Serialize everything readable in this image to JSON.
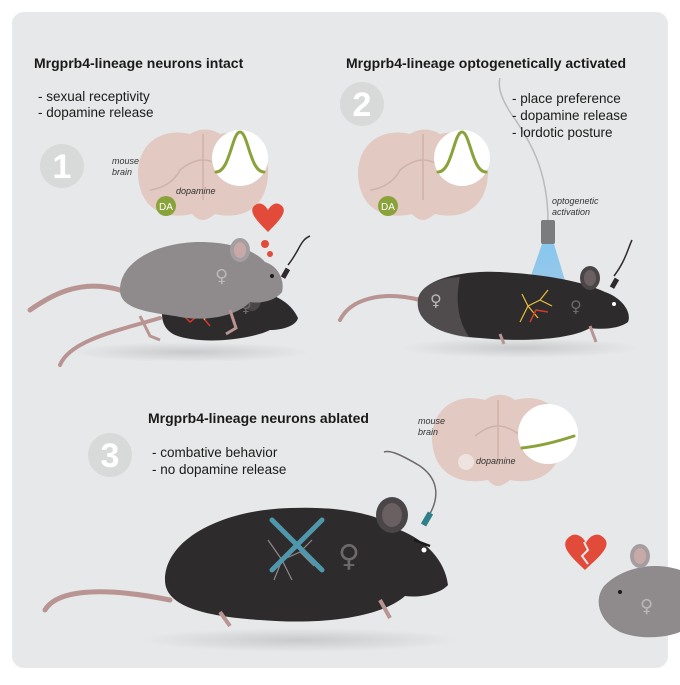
{
  "panel1": {
    "number": "1",
    "title": "Mrgprb4-lineage neurons intact",
    "bullets": [
      "- sexual receptivity",
      "- dopamine release"
    ],
    "brain_label": "mouse brain",
    "dopamine_label": "dopamine",
    "da_badge": "DA"
  },
  "panel2": {
    "number": "2",
    "title": "Mrgprb4-lineage optogenetically activated",
    "bullets": [
      "- place preference",
      "- dopamine release",
      "- lordotic posture"
    ],
    "da_badge": "DA",
    "light_label": "optogenetic activation"
  },
  "panel3": {
    "number": "3",
    "title": "Mrgprb4-lineage neurons ablated",
    "bullets": [
      "- combative behavior",
      "- no dopamine release"
    ],
    "brain_label": "mouse brain",
    "dopamine_label": "dopamine"
  },
  "symbols": {
    "female": "♀"
  },
  "colors": {
    "background": "#e7e8e9",
    "brain": "#e2c9c1",
    "grey_mouse": "#8f8a8c",
    "dark_mouse": "#2e2b2d",
    "tail": "#b89492",
    "dopamine_curve": "#8aa23a",
    "da_circle": "#8aa23a",
    "heart": "#e24b3a",
    "light_beam": "#5aa9e0",
    "ablation_x": "#4f97ad",
    "neuron_red": "#d23a2a",
    "neuron_yellow": "#e8c03a"
  }
}
